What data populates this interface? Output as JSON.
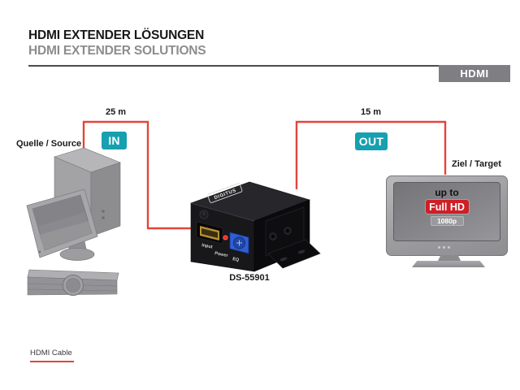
{
  "header": {
    "title_de": "HDMI EXTENDER LÖSUNGEN",
    "title_en": "HDMI EXTENDER SOLUTIONS",
    "category_badge": "HDMI"
  },
  "diagram": {
    "source": {
      "label": "Quelle / Source"
    },
    "target": {
      "label": "Ziel / Target"
    },
    "cable_in": {
      "length": "25 m",
      "badge": "IN"
    },
    "cable_out": {
      "length": "15 m",
      "badge": "OUT"
    },
    "extender": {
      "model": "DS-55901",
      "brand": "DIGITUS",
      "port_labels": [
        "Input",
        "Power",
        "EQ"
      ]
    },
    "tv": {
      "line1": "up to",
      "line2": "Full HD",
      "line3": "1080p"
    }
  },
  "legend": {
    "hdmi_cable": "HDMI Cable"
  },
  "colors": {
    "cable_red": "#e2453b",
    "badge_teal": "#16a0b0",
    "fullhd_red": "#ce1f27",
    "hdmi_badge_gray": "#7f7f83",
    "title_gray": "#8d8d90",
    "divider_dark": "#4c4c4e"
  }
}
